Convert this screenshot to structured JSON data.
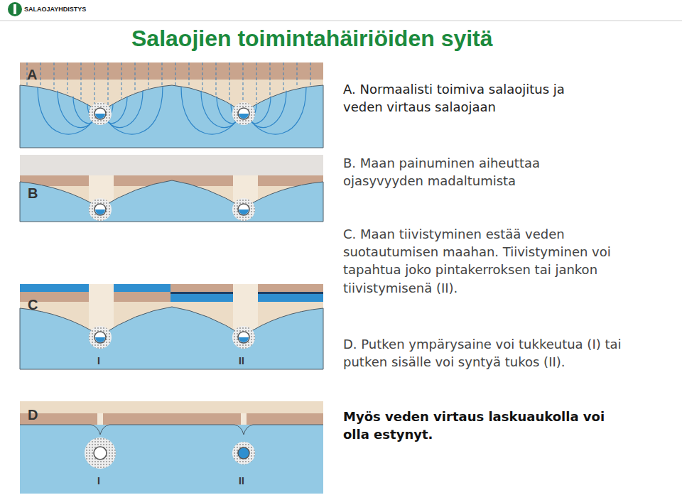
{
  "diagram": {
    "title": "Salaojien toimintahäiriöiden syitä",
    "labels": [
      "SALAOJAYHDISTYS",
      "A",
      "B",
      "C",
      "I",
      "II",
      "D",
      "I",
      "II",
      "A. Normaalisti toimiva salaojitus ja veden virtaus salaojaan",
      "B. Maan painuminen aiheuttaa ojasyvyyden madaltumista",
      "C. Maan tiivistyminen estää veden suotautumisen maahan. Tiivistyminen voi tapahtua joko pintakerroksen tai jankon tiivistymisenä (II).",
      "D. Putken ympärysaine voi tukkeutua (I) tai putken sisälle voi syntyä tukos (II).",
      "Myös veden virtaus laskuaukolla voi olla estynyt."
    ]
  }
}
